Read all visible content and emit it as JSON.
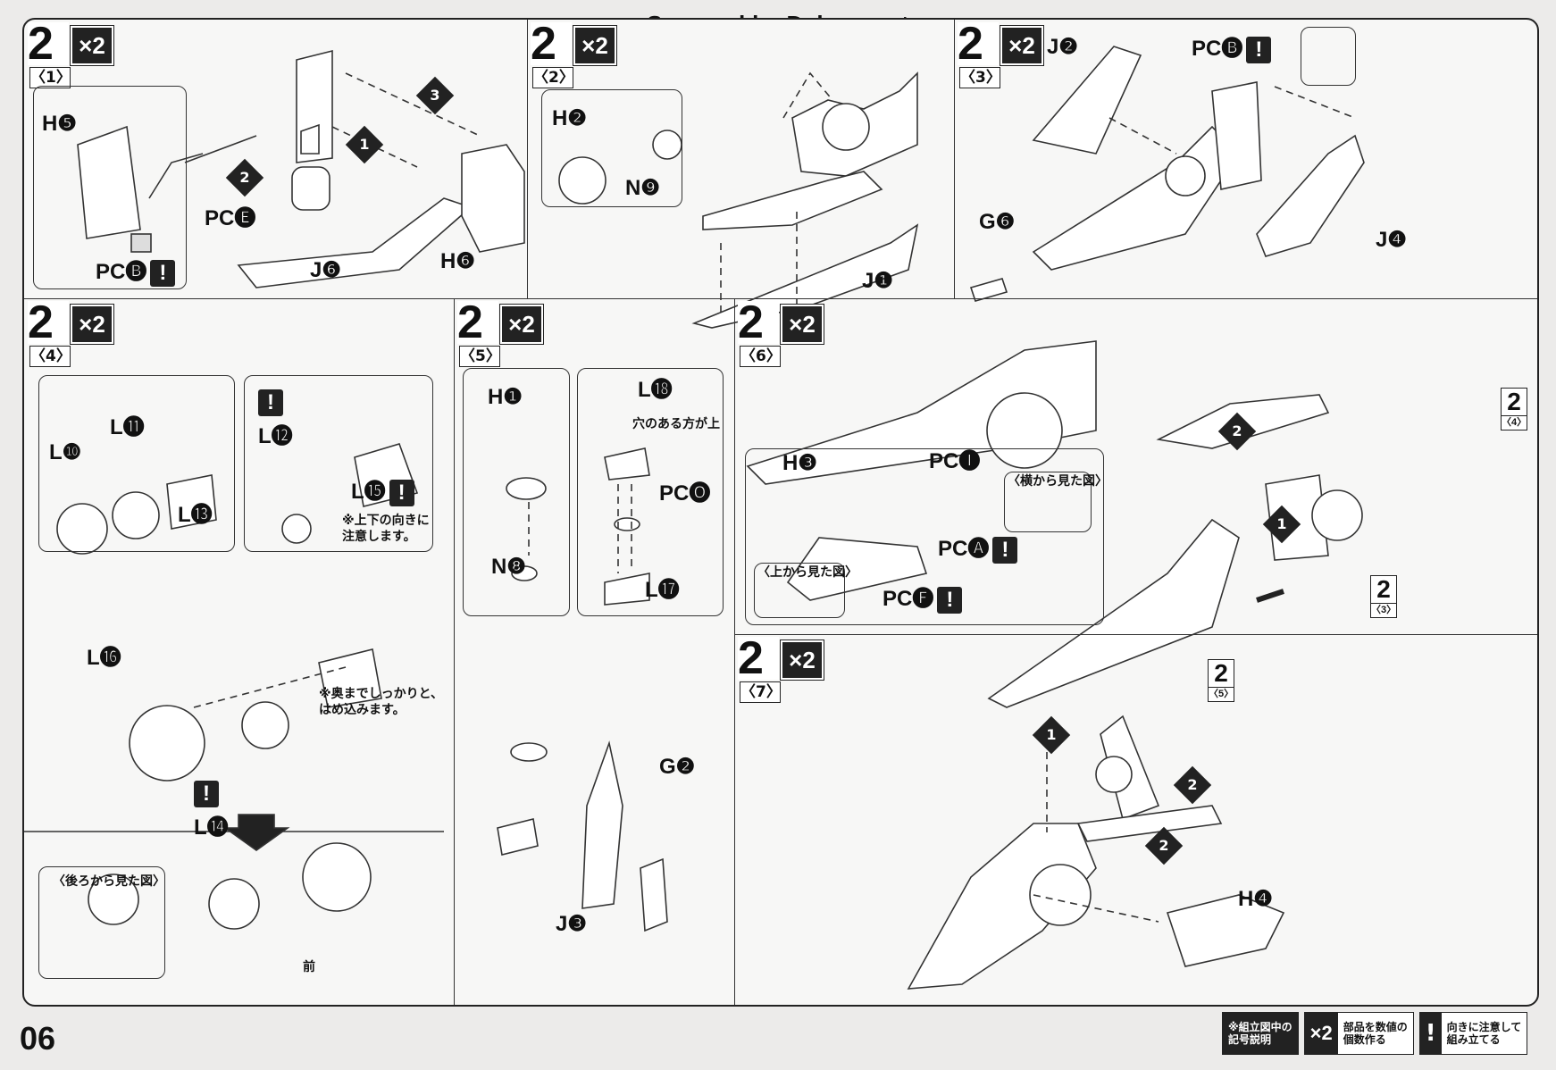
{
  "watermark": "Scanned by Dalong.net",
  "page_number": "06",
  "step_number": "2",
  "multiplier": "×2",
  "panels": [
    {
      "sub": "〈1〉",
      "labels": [
        "H❺",
        "PC🅔",
        "J❻",
        "H❻",
        "PC🅑"
      ]
    },
    {
      "sub": "〈2〉",
      "labels": [
        "H❷",
        "N❾",
        "J❶"
      ]
    },
    {
      "sub": "〈3〉",
      "labels": [
        "J❷",
        "PC🅑",
        "G❻",
        "J❹"
      ]
    },
    {
      "sub": "〈4〉",
      "labels": [
        "L❿",
        "L⓫",
        "L⓭",
        "L⓬",
        "L⓯",
        "L⓰",
        "L⓮"
      ],
      "notes": [
        "※上下の向きに\n注意します。",
        "※奥までしっかりと、\nはめ込みます。",
        "〈後ろから見た図〉",
        "前"
      ]
    },
    {
      "sub": "〈5〉",
      "labels": [
        "H❶",
        "N❽",
        "L⓲",
        "PC🅞",
        "L⓱",
        "G❷",
        "J❸"
      ],
      "notes": [
        "穴のある方が上"
      ]
    },
    {
      "sub": "〈6〉",
      "labels": [
        "H❸",
        "PC🅘",
        "PC🅐",
        "PC🅕"
      ],
      "notes": [
        "〈横から見た図〉",
        "〈上から見た図〉"
      ]
    },
    {
      "sub": "〈7〉",
      "labels": [
        "H❹"
      ]
    }
  ],
  "refs": [
    {
      "n": "2",
      "s": "〈4〉"
    },
    {
      "n": "2",
      "s": "〈3〉"
    },
    {
      "n": "2",
      "s": "〈5〉"
    }
  ],
  "legend": [
    {
      "key": "※組立図中の\n記号説明",
      "text": ""
    },
    {
      "key": "×2",
      "text": "部品を数値の\n個数作る"
    },
    {
      "key": "!",
      "text": "向きに注意して\n組み立てる"
    }
  ]
}
